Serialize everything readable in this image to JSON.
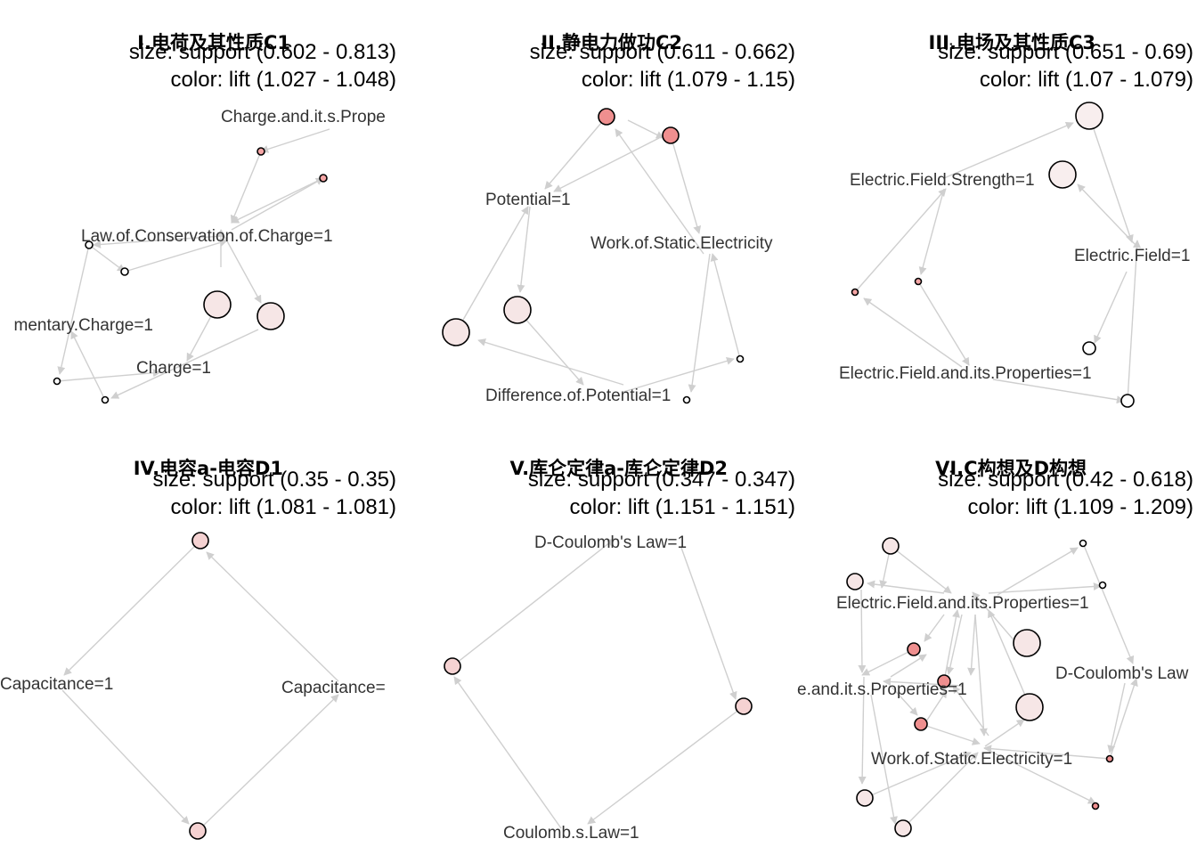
{
  "panels": [
    {
      "title": "I.电荷及其性质C1",
      "size_legend": "size: support (0.602 - 0.813)",
      "color_legend": "color: lift (1.027 - 1.048)",
      "items": [
        "Charge.and.it.s.Prope",
        "Law.of.Conservation.of.Charge=1",
        "mentary.Charge=1",
        "Charge=1"
      ],
      "nodes": [
        {
          "t": "rule",
          "c": "#f5a5a5",
          "sz": "xs"
        },
        {
          "t": "rule",
          "c": "#f5a5a5",
          "sz": "xs"
        },
        {
          "t": "rule",
          "c": "#ffffff",
          "sz": "xs"
        },
        {
          "t": "rule",
          "c": "#ffffff",
          "sz": "xs"
        },
        {
          "t": "rule",
          "c": "#f6e6e6",
          "sz": "l"
        },
        {
          "t": "rule",
          "c": "#f6e6e6",
          "sz": "l"
        },
        {
          "t": "rule",
          "c": "#ffffff",
          "sz": "xxs"
        },
        {
          "t": "rule",
          "c": "#ffffff",
          "sz": "xxs"
        }
      ]
    },
    {
      "title": "II.静电力做功C2",
      "size_legend": "size: support (0.611 - 0.662)",
      "color_legend": "color: lift (1.079 - 1.15)",
      "items": [
        "Potential=1",
        "Work.of.Static.Electricity",
        "Difference.of.Potential=1"
      ],
      "nodes": [
        {
          "t": "rule",
          "c": "#ef8f8f",
          "sz": "m"
        },
        {
          "t": "rule",
          "c": "#ef8f8f",
          "sz": "m"
        },
        {
          "t": "rule",
          "c": "#f6e6e6",
          "sz": "l"
        },
        {
          "t": "rule",
          "c": "#f6e6e6",
          "sz": "l"
        },
        {
          "t": "rule",
          "c": "#ffffff",
          "sz": "xxs"
        },
        {
          "t": "rule",
          "c": "#ffffff",
          "sz": "xxs"
        }
      ]
    },
    {
      "title": "III.电场及其性质C3",
      "size_legend": "size: support (0.651 - 0.69)",
      "color_legend": "color: lift (1.07 - 1.079)",
      "items": [
        "Electric.Field.Strength=1",
        "Electric.Field=1",
        "Electric.Field.and.its.Properties=1"
      ],
      "nodes": [
        {
          "t": "rule",
          "c": "#f8eeee",
          "sz": "l"
        },
        {
          "t": "rule",
          "c": "#f8eeee",
          "sz": "l"
        },
        {
          "t": "rule",
          "c": "#f5a5a5",
          "sz": "xxs"
        },
        {
          "t": "rule",
          "c": "#f5a5a5",
          "sz": "xxs"
        },
        {
          "t": "rule",
          "c": "#ffffff",
          "sz": "s"
        },
        {
          "t": "rule",
          "c": "#ffffff",
          "sz": "s"
        }
      ]
    },
    {
      "title": "IV.电容a-电容D1",
      "size_legend": "size: support (0.35 - 0.35)",
      "color_legend": "color: lift (1.081 - 1.081)",
      "items": [
        "Capacitance=1",
        "Capacitance="
      ],
      "nodes": [
        {
          "t": "rule",
          "c": "#f5d2d2",
          "sz": "m"
        },
        {
          "t": "rule",
          "c": "#f5d2d2",
          "sz": "m"
        }
      ]
    },
    {
      "title": "V.库仑定律a-库仑定律D2",
      "size_legend": "size: support (0.347 - 0.347)",
      "color_legend": "color: lift (1.151 - 1.151)",
      "items": [
        "D-Coulomb's Law=1",
        "Coulomb.s.Law=1"
      ],
      "nodes": [
        {
          "t": "rule",
          "c": "#f5d2d2",
          "sz": "m"
        },
        {
          "t": "rule",
          "c": "#f5d2d2",
          "sz": "m"
        }
      ]
    },
    {
      "title": "VI.C构想及D构想",
      "size_legend": "size: support (0.42 - 0.618)",
      "color_legend": "color: lift (1.109 - 1.209)",
      "items": [
        "Electric.Field.and.its.Properties=1",
        "e.and.it.s.Properties=1",
        "D-Coulomb's Law",
        "Work.of.Static.Electricity=1"
      ],
      "nodes": [
        {
          "t": "rule",
          "c": "#f6e6e6",
          "sz": "m"
        },
        {
          "t": "rule",
          "c": "#f6e6e6",
          "sz": "m"
        },
        {
          "t": "rule",
          "c": "#ffffff",
          "sz": "xxs"
        },
        {
          "t": "rule",
          "c": "#ffffff",
          "sz": "xxs"
        },
        {
          "t": "rule",
          "c": "#f6e6e6",
          "sz": "l"
        },
        {
          "t": "rule",
          "c": "#f6e6e6",
          "sz": "l"
        },
        {
          "t": "rule",
          "c": "#ef8f8f",
          "sz": "s"
        },
        {
          "t": "rule",
          "c": "#ef8f8f",
          "sz": "s"
        },
        {
          "t": "rule",
          "c": "#ef8f8f",
          "sz": "s"
        },
        {
          "t": "rule",
          "c": "#ef8f8f",
          "sz": "xxs"
        },
        {
          "t": "rule",
          "c": "#ef8f8f",
          "sz": "xxs"
        },
        {
          "t": "rule",
          "c": "#f6e6e6",
          "sz": "m"
        },
        {
          "t": "rule",
          "c": "#f6e6e6",
          "sz": "m"
        }
      ]
    }
  ]
}
